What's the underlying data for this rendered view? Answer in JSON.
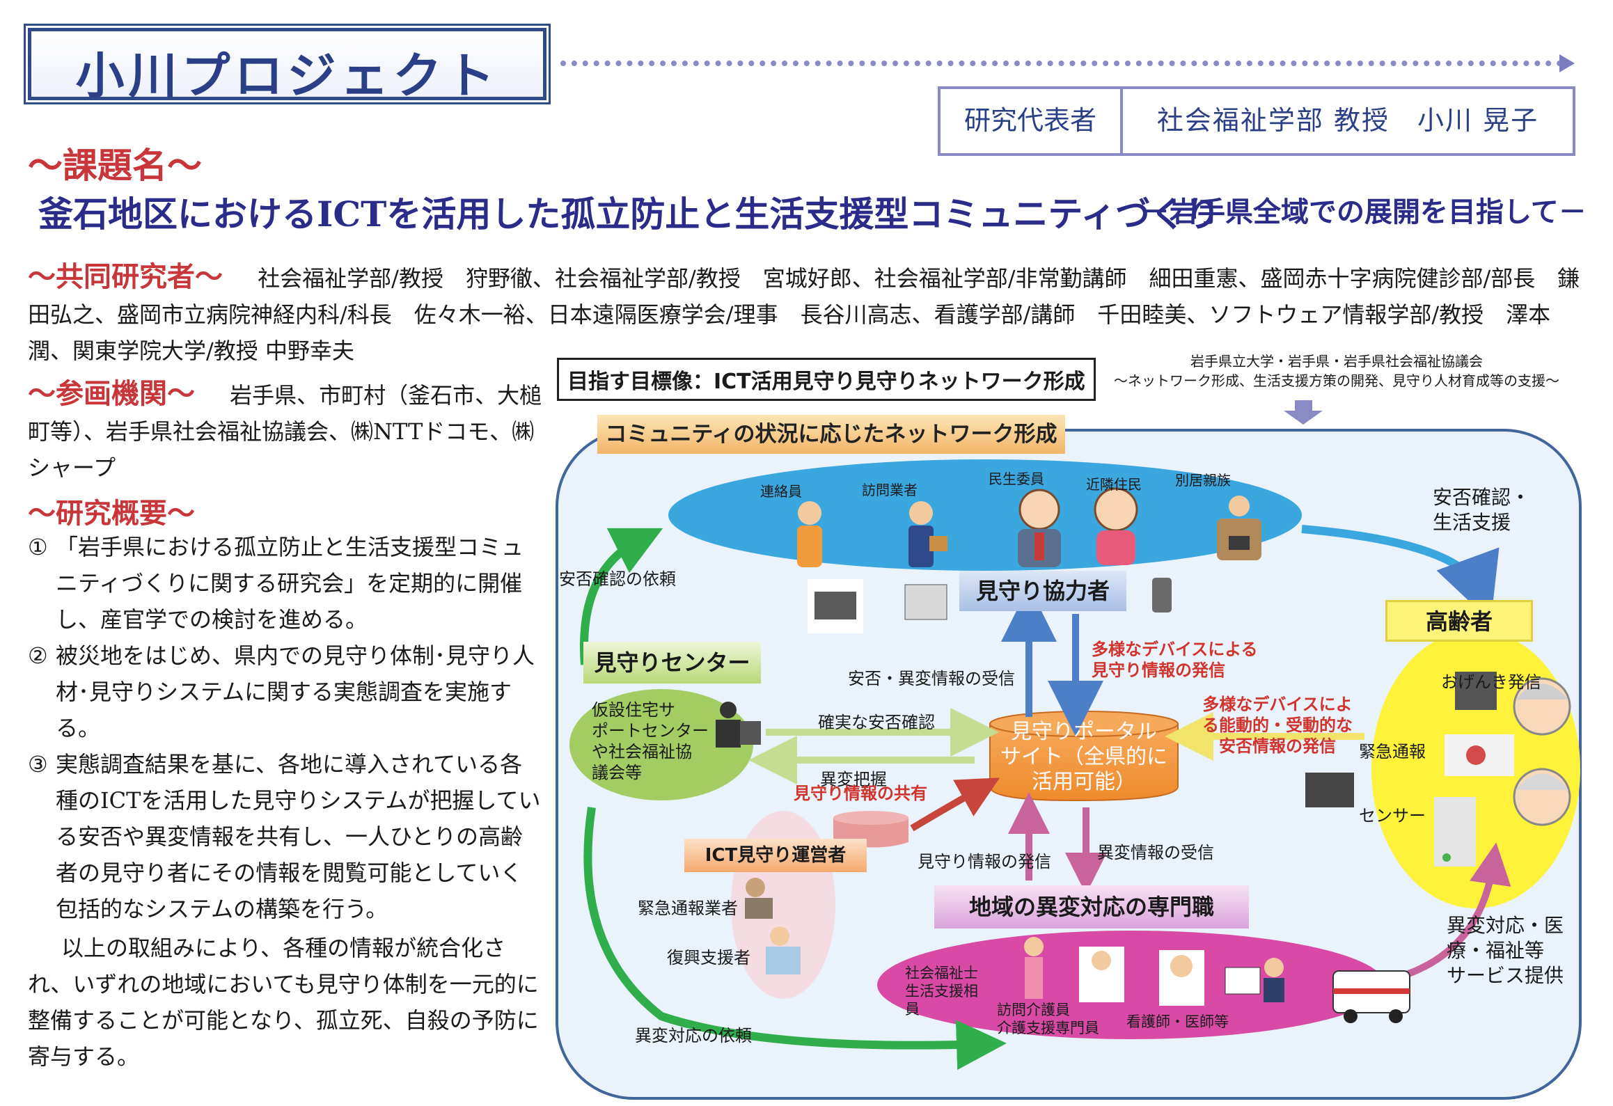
{
  "header": {
    "title": "小川プロジェクト",
    "rep_label": "研究代表者",
    "rep_name": "社会福祉学部 教授　小川 晃子"
  },
  "theme": {
    "heading": "〜課題名〜",
    "title": "釜石地区におけるICTを活用した孤立防止と生活支援型コミュニティづくり",
    "subtitle": "－岩手県全域での展開を目指して－"
  },
  "collaborators": {
    "heading": "〜共同研究者〜",
    "text": "社会福祉学部/教授　狩野徹、社会福祉学部/教授　宮城好郎、社会福祉学部/非常勤講師　細田重憲、盛岡赤十字病院健診部/部長　鎌田弘之、盛岡市立病院神経内科/科長　佐々木一裕、日本遠隔医療学会/理事　長谷川高志、看護学部/講師　千田睦美、ソフトウェア情報学部/教授　澤本潤、関東学院大学/教授 中野幸夫"
  },
  "participants": {
    "heading": "〜参画機関〜",
    "text": "岩手県、市町村（釜石市、大槌町等）、岩手県社会福祉協議会、㈱NTTドコモ、㈱シャープ"
  },
  "overview": {
    "heading": "〜研究概要〜",
    "items": [
      {
        "num": "①",
        "text": "「岩手県における孤立防止と生活支援型コミュニティづくりに関する研究会」を定期的に開催し、産官学での検討を進める。"
      },
      {
        "num": "②",
        "text": "被災地をはじめ、県内での見守り体制･見守り人材･見守りシステムに関する実態調査を実施する。"
      },
      {
        "num": "③",
        "text": "実態調査結果を基に、各地に導入されている各種のICTを活用した見守りシステムが把握している安否や異変情報を共有し、一人ひとりの高齢者の見守り者にその情報を閲覧可能としていく包括的なシステムの構築を行う。"
      }
    ],
    "conclusion": "以上の取組みにより、各種の情報が統合化され、いずれの地域においても見守り体制を一元的に整備することが可能となり、孤立死、自殺の予防に寄与する。"
  },
  "diagram": {
    "goal": "目指す目標像：ICT活用見守り見守りネットワーク形成",
    "support_org": "岩手県立大学・岩手県・岩手県社会福祉協議会",
    "support_desc": "〜ネットワーク形成、生活支援方策の開発、見守り人材育成等の支援〜",
    "network_formation": "コミュニティの状況に応じたネットワーク形成",
    "supporters": [
      "連絡員",
      "訪問業者",
      "民生委員",
      "近隣住民",
      "別居親族"
    ],
    "watch_cooperators": "見守り協力者",
    "safety_support": [
      "安否確認・",
      "生活支援"
    ],
    "elderly": "高齢者",
    "elderly_items": [
      "おげんき発信",
      "緊急通報",
      "センサー"
    ],
    "watch_center": "見守りセンター",
    "center_desc": [
      "仮設住宅サ",
      "ポートセンター",
      "や社会福祉協",
      "議会等"
    ],
    "request_safety": "安否確認の依頼",
    "receive_info": "安否・異変情報の受信",
    "diverse_devices_1": [
      "多様なデバイスによる",
      "見守り情報の発信"
    ],
    "diverse_devices_2": [
      "多様なデバイスによ",
      "る能動的・受動的な",
      "安否情報の発信"
    ],
    "sure_confirm": "確実な安否確認",
    "abnormal_grasp": "異変把握",
    "share_info": "見守り情報の共有",
    "portal": [
      "見守りポータル",
      "サイト（全県的に",
      "活用可能）"
    ],
    "ict_operator": "ICT見守り運営者",
    "emergency_operator": "緊急通報業者",
    "recovery_supporter": "復興支援者",
    "send_watch_info": "見守り情報の発信",
    "receive_abnormal": "異変情報の受信",
    "local_expert": "地域の異変対応の専門職",
    "request_abnormal": "異変対応の依頼",
    "experts": [
      [
        "社会福祉士",
        "生活支援相",
        "員"
      ],
      [
        "訪問介護員",
        "介護支援専門員"
      ],
      [
        "看護師・医師等"
      ]
    ],
    "service": [
      "異変対応・医",
      "療・福祉等",
      "サービス提供"
    ]
  }
}
